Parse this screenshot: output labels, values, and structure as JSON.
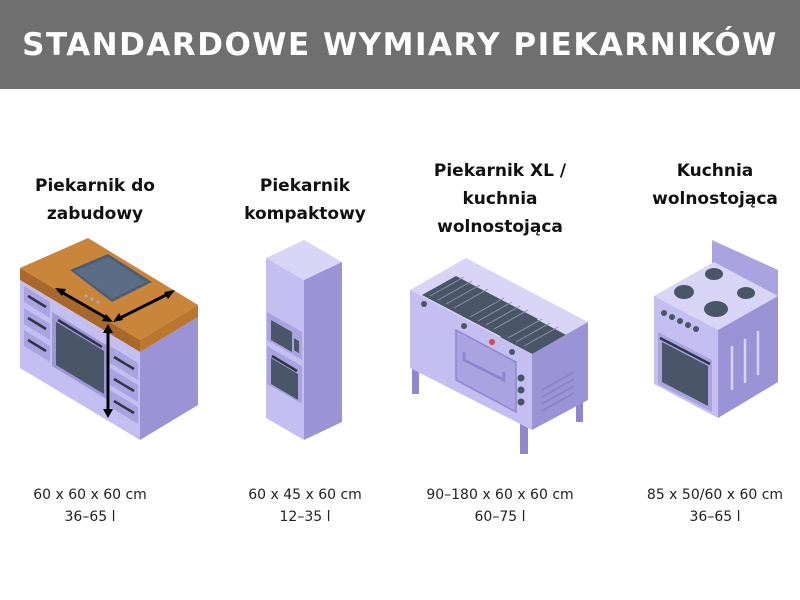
{
  "header": {
    "title": "STANDARDOWE WYMIARY PIEKARNIKÓW"
  },
  "colors": {
    "header_bg": "#6f6f6f",
    "appliance": "#b8b2e8",
    "countertop": "#d08c3a",
    "dark": "#3c4a5c"
  },
  "items": [
    {
      "title": "Piekarnik do\nzabudowy",
      "dims": "60 x 60 x 60 cm",
      "capacity": "36–65 l",
      "icon": "built-in-oven-cabinet-icon"
    },
    {
      "title": "Piekarnik\nkompaktowy",
      "dims": "60 x 45 x 60 cm",
      "capacity": "12–35 l",
      "icon": "compact-oven-column-icon"
    },
    {
      "title": "Piekarnik XL /\nkuchnia\nwolnostojąca",
      "dims": "90–180 x 60 x 60 cm",
      "capacity": "60–75 l",
      "icon": "xl-range-cooker-icon"
    },
    {
      "title": "Kuchnia\nwolnostojąca",
      "dims": "85 x 50/60 x 60 cm",
      "capacity": "36–65 l",
      "icon": "freestanding-stove-icon"
    }
  ]
}
